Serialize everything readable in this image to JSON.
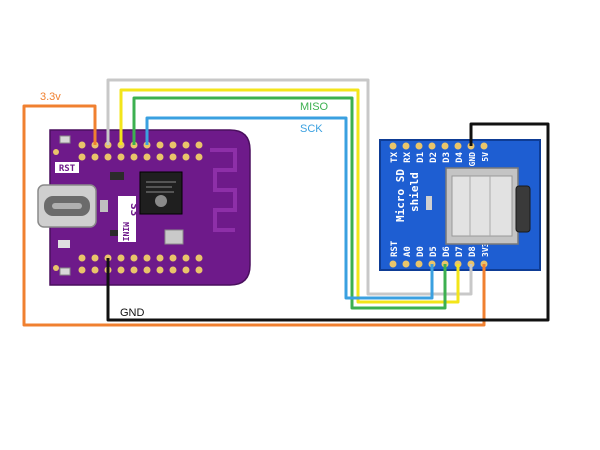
{
  "labels": {
    "power": "3.3v",
    "miso": "MISO",
    "sck": "SCK",
    "ground": "GND"
  },
  "colors": {
    "power": "#f08030",
    "miso": "#3cb050",
    "sck": "#3aa0e0",
    "ground": "#111111",
    "mosi": "#f3e51a",
    "cs": "#c8c8c8",
    "mcu_board": "#6e1a8a",
    "sd_shield": "#1e5ed2"
  },
  "mcu_board": {
    "silk_rst": "RST",
    "silk_model": "S3",
    "silk_mini": "MINI"
  },
  "sd_shield": {
    "title_line1": "Micro SD",
    "title_line2": "shield",
    "top_pins": [
      "TX",
      "RX",
      "D1",
      "D2",
      "D3",
      "D4",
      "GND",
      "5V"
    ],
    "bottom_pins": [
      "RST",
      "A0",
      "D0",
      "D5",
      "D6",
      "D7",
      "D8",
      "3V3"
    ]
  }
}
